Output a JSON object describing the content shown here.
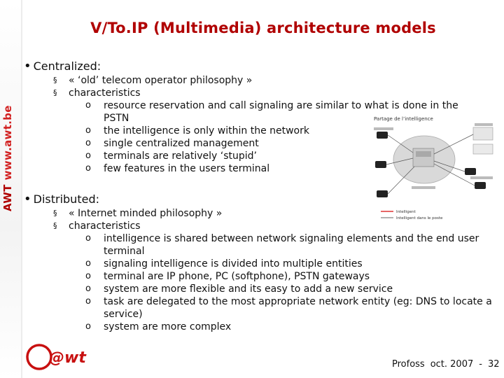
{
  "sidebar": {
    "lead": "AWT",
    "url": "www.awt.be"
  },
  "title": "V/To.IP (Multimedia) architecture models",
  "sections": [
    {
      "heading": "Centralized:",
      "items": [
        {
          "text": "« ‘old’ telecom operator philosophy »"
        },
        {
          "text": "characteristics",
          "sub": [
            "resource reservation and call signaling are similar to what is done in the PSTN",
            "the intelligence is only within the network",
            "single centralized management",
            "terminals are relatively ‘stupid’",
            "few features in the users terminal"
          ]
        }
      ]
    },
    {
      "heading": "Distributed:",
      "items": [
        {
          "text": "« Internet minded philosophy »"
        },
        {
          "text": "characteristics",
          "sub": [
            "intelligence is shared between network signaling elements and the end user terminal",
            "signaling intelligence is divided into multiple entities",
            "terminal are IP phone, PC (softphone), PSTN gateways",
            "system are more flexible and its easy to add a new service",
            "task are delegated to the most appropriate network entity (eg: DNS to locate a service)",
            "system are more complex"
          ]
        }
      ]
    }
  ],
  "diagram": {
    "title": "Partage de l’intelligence",
    "legend": [
      "Intelligent",
      "Intelligent dans le poste"
    ]
  },
  "logo": {
    "text": "@wt"
  },
  "footer": {
    "author": "Profoss",
    "date": "oct. 2007",
    "sep": "-",
    "page": "32"
  },
  "colors": {
    "accent": "#b00000",
    "logo_red": "#c81010"
  }
}
